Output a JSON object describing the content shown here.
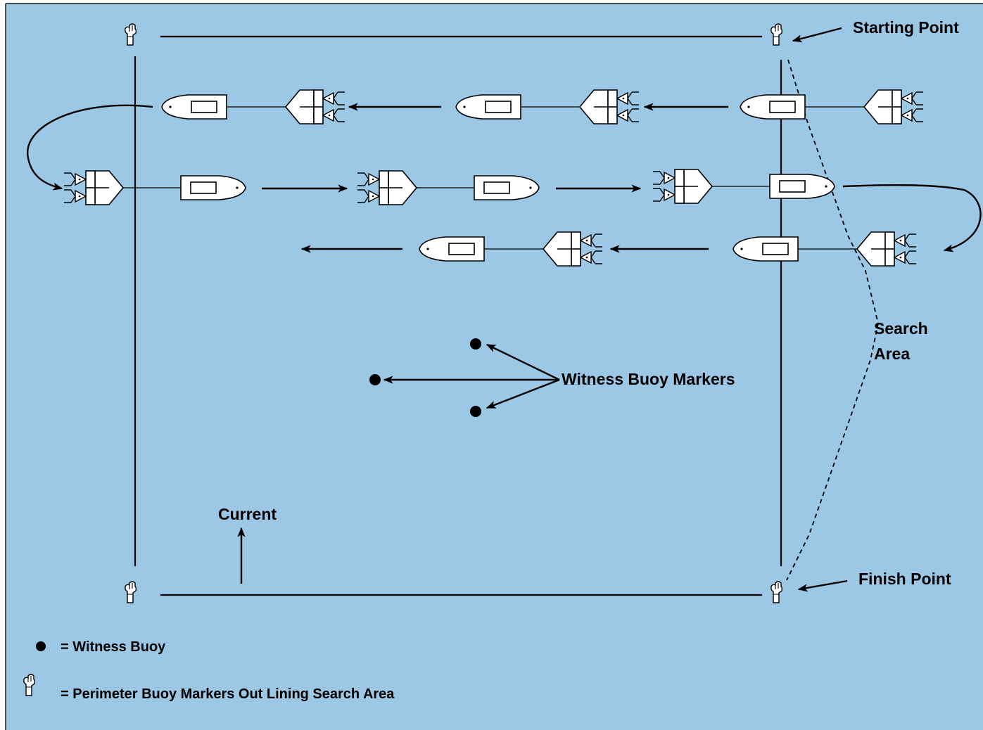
{
  "colors": {
    "water": "#9cc8e5",
    "border": "#1a1a1a",
    "ink": "#000000",
    "boat_fill": "#ffffff"
  },
  "icons": {
    "perimeter_marker": "pointing-hand-icon",
    "witness_buoy": "filled-circle-icon",
    "boat": "boat-with-side-scan-sonar-icon"
  },
  "labels": {
    "starting_point": "Starting Point",
    "finish_point": "Finish Point",
    "search_area": [
      "Search",
      "Area"
    ],
    "witness_buoy_markers": "Witness Buoy Markers",
    "current": "Current"
  },
  "legend": {
    "witness_buoy": "= Witness Buoy",
    "perimeter_markers": "= Perimeter Buoy Markers Out Lining Search Area"
  }
}
